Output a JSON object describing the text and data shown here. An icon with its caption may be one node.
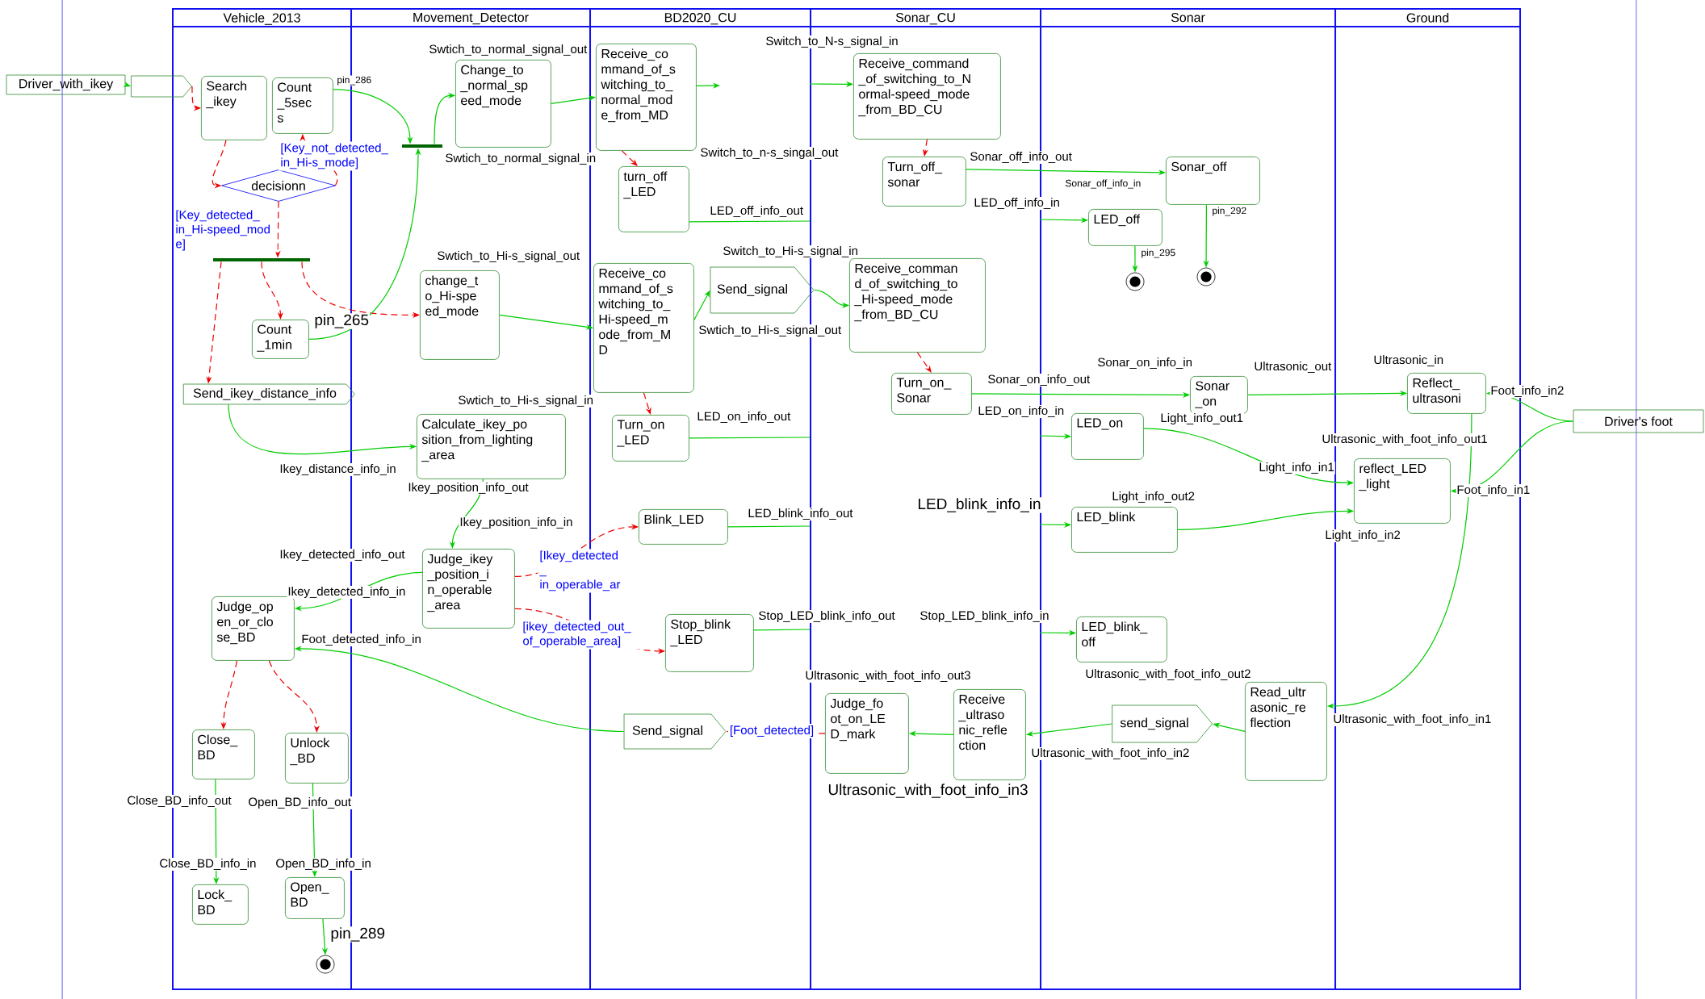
{
  "diagram": {
    "nodes": [
      {
        "text": [
          "Vehicle_2013"
        ]
      },
      {
        "text": [
          "Movement_Detector"
        ]
      },
      {
        "text": [
          "BD2020_CU"
        ]
      },
      {
        "text": [
          "Sonar_CU"
        ]
      },
      {
        "text": [
          "Sonar"
        ]
      },
      {
        "text": [
          "Ground"
        ]
      },
      {
        "text": [
          "Driver_with_ikey"
        ]
      },
      {
        "text": [],
        "shape": "pentagon"
      },
      {
        "text": [
          "Search _ikey"
        ],
        "in": 0
      },
      {
        "text": [
          "Count _5sec s"
        ],
        "in": 0
      },
      {
        "text": [
          "decisionn"
        ],
        "in": 0
      },
      {
        "text": [],
        "shape": "bar",
        "in": 0
      },
      {
        "text": [
          "Count _1min"
        ],
        "in": 0
      },
      {
        "text": [
          "Send_ikey_distance_info"
        ],
        "in": 0
      },
      {
        "text": [
          "Judge_op en_or_clo se_BD"
        ],
        "in": 0
      },
      {
        "text": [
          "Close_ BD"
        ],
        "in": 0
      },
      {
        "text": [
          "Unlock _BD"
        ],
        "in": 0
      },
      {
        "text": [
          "Lock_ BD"
        ],
        "in": 0
      },
      {
        "text": [
          "Open_ BD"
        ],
        "in": 0
      },
      {
        "text": [],
        "shape": "circle",
        "in": 0
      },
      {
        "text": [
          "Change_to _normal_sp eed_mode"
        ],
        "in": 1
      },
      {
        "text": [],
        "shape": "bar",
        "in": 1
      },
      {
        "text": [
          "change_t o_Hi-spe ed_mode"
        ],
        "in": 1
      },
      {
        "text": [
          "Calculate_ikey_po sition_from_lighting _area"
        ],
        "in": 1
      },
      {
        "text": [
          "Judge_ikey _position_i n_operable _area"
        ],
        "in": 1
      },
      {
        "text": [
          "Receive_co mmand_of_s witching_to_ normal_mod e_from_MD"
        ],
        "in": 2
      },
      {
        "text": [
          "turn_off _LED"
        ],
        "in": 2
      },
      {
        "text": [
          "Receive_co mmand_of_s witching_to_ Hi-speed_m ode_from_M D"
        ],
        "in": 2
      },
      {
        "text": [
          "Send_signal"
        ],
        "in": 2
      },
      {
        "text": [
          "Turn_on _LED"
        ],
        "in": 2
      },
      {
        "text": [
          "Blink_LED"
        ],
        "in": 2
      },
      {
        "text": [
          "Stop_blink _LED"
        ],
        "in": 2
      },
      {
        "text": [
          "Send_signal"
        ],
        "in": 2
      },
      {
        "text": [
          "Receive_command _of_switching_to_N ormal-speed_mode _from_BD_CU"
        ],
        "in": 3
      },
      {
        "text": [
          "Turn_off_ sonar"
        ],
        "in": 3
      },
      {
        "text": [
          "Receive_comman d_of_switching_to _Hi-speed_mode _from_BD_CU"
        ],
        "in": 3
      },
      {
        "text": [
          "Turn_on_ Sonar"
        ],
        "in": 3
      },
      {
        "text": [
          "Judge_fo ot_on_LE D_mark"
        ],
        "in": 3
      },
      {
        "text": [
          "Receive _ultraso nic_refle ction"
        ],
        "in": 3
      },
      {
        "text": [
          "Sonar_off"
        ],
        "in": 4
      },
      {
        "text": [
          "LED_off"
        ],
        "in": 4
      },
      {
        "text": [],
        "shape": "circle",
        "in": 4
      },
      {
        "text": [],
        "shape": "circle",
        "in": 4
      },
      {
        "text": [
          "Sonar _on"
        ],
        "in": 4
      },
      {
        "text": [
          "LED_on"
        ],
        "in": 4
      },
      {
        "text": [
          "LED_blink"
        ],
        "in": 4
      },
      {
        "text": [
          "LED_blink_ off"
        ],
        "in": 4
      },
      {
        "text": [
          "send_signal"
        ],
        "in": 4
      },
      {
        "text": [
          "Read_ultr asonic_re flection"
        ],
        "in": 4
      },
      {
        "text": [
          "Reflect_ ultrasoni"
        ],
        "in": 5
      },
      {
        "text": [
          "reflect_LED _light"
        ],
        "in": 5
      },
      {
        "text": [
          "Driver's foot"
        ]
      }
    ],
    "edges": [
      {
        "from": 6,
        "to": 7,
        "arrow": "to"
      },
      {
        "from": 7,
        "to": 8,
        "arrow": "to",
        "style": "dashed",
        "color": "#ee0000"
      },
      {
        "from": 8,
        "to": 10,
        "arrow": "to",
        "style": "dashed",
        "color": "#ee0000"
      },
      {
        "from": 10,
        "to": 9,
        "arrow": "to",
        "style": "dashed",
        "color": "#ee0000",
        "label": "[Key_not_detected_ in_Hi-s_mode]"
      },
      {
        "from": 10,
        "to": 11,
        "arrow": "to",
        "style": "dashed",
        "color": "#ee0000",
        "label": "[Key_detected_ in_Hi-speed_mod e]"
      },
      {
        "from": 11,
        "to": 12,
        "arrow": "to",
        "style": "dashed",
        "color": "#ee0000"
      },
      {
        "from": 11,
        "to": 13,
        "arrow": "to",
        "style": "dashed",
        "color": "#ee0000"
      },
      {
        "from": 11,
        "to": 22,
        "arrow": "to",
        "style": "dashed",
        "color": "#ee0000"
      },
      {
        "from": 9,
        "to": 21,
        "arrow": "to"
      },
      {
        "from": 12,
        "to": 21,
        "arrow": "to"
      },
      {
        "from": 21,
        "to": 20,
        "arrow": "to"
      },
      {
        "from": 20,
        "to": 25,
        "arrow": "to"
      },
      {
        "from": 25,
        "to": null,
        "arrow": "to"
      },
      {
        "from": 2,
        "to": 33,
        "arrow": "to"
      },
      {
        "from": 25,
        "to": 26,
        "arrow": "to",
        "style": "dashed",
        "color": "#ee0000"
      },
      {
        "from": 26,
        "to": 3,
        "arrow": "none"
      },
      {
        "from": 3,
        "to": 40,
        "arrow": "to"
      },
      {
        "from": 33,
        "to": 34,
        "arrow": "to",
        "style": "dashed",
        "color": "#ee0000"
      },
      {
        "from": 34,
        "to": 39,
        "arrow": "to"
      },
      {
        "from": 22,
        "to": 27,
        "arrow": "to"
      },
      {
        "from": 27,
        "to": 28,
        "arrow": "to"
      },
      {
        "from": 28,
        "to": 35,
        "arrow": "to"
      },
      {
        "from": 27,
        "to": 29,
        "arrow": "to",
        "style": "dashed",
        "color": "#ee0000"
      },
      {
        "from": 29,
        "to": 3,
        "arrow": "none"
      },
      {
        "from": 3,
        "to": 44,
        "arrow": "to"
      },
      {
        "from": 35,
        "to": 36,
        "arrow": "to",
        "style": "dashed",
        "color": "#ee0000"
      },
      {
        "from": 36,
        "to": 43,
        "arrow": "to"
      },
      {
        "from": 43,
        "to": 49,
        "arrow": "to"
      },
      {
        "from": 44,
        "to": 50,
        "arrow": "to"
      },
      {
        "from": 45,
        "to": 50,
        "arrow": "to"
      },
      {
        "from": 51,
        "to": 49,
        "arrow": "to"
      },
      {
        "from": 51,
        "to": 50,
        "arrow": "to"
      },
      {
        "from": 49,
        "to": 48,
        "arrow": "to"
      },
      {
        "from": 48,
        "to": 47,
        "arrow": "to"
      },
      {
        "from": 47,
        "to": 38,
        "arrow": "to"
      },
      {
        "from": 38,
        "to": 37,
        "arrow": "to"
      },
      {
        "from": 37,
        "to": 32,
        "arrow": "to",
        "style": "dashed",
        "color": "#ee0000",
        "label": "[Foot_detected]"
      },
      {
        "from": 32,
        "to": 14,
        "arrow": "to"
      },
      {
        "from": 13,
        "to": 23,
        "arrow": "to"
      },
      {
        "from": 23,
        "to": 24,
        "arrow": "to"
      },
      {
        "from": 24,
        "to": 14,
        "arrow": "to"
      },
      {
        "from": 24,
        "to": 30,
        "arrow": "to",
        "style": "dashed",
        "color": "#ee0000",
        "label": "[Ikey_detected _ in_operable_ar"
      },
      {
        "from": 24,
        "to": 31,
        "arrow": "to",
        "style": "dashed",
        "color": "#ee0000",
        "label": "[ikey_detected_out_ of_operable_area]"
      },
      {
        "from": 30,
        "to": 3,
        "arrow": "none"
      },
      {
        "from": 3,
        "to": 45,
        "arrow": "to"
      },
      {
        "from": 31,
        "to": 3,
        "arrow": "none"
      },
      {
        "from": 3,
        "to": 46,
        "arrow": "to"
      },
      {
        "from": 14,
        "to": 15,
        "arrow": "to",
        "style": "dashed",
        "color": "#ee0000"
      },
      {
        "from": 14,
        "to": 16,
        "arrow": "to",
        "style": "dashed",
        "color": "#ee0000"
      },
      {
        "from": 15,
        "to": 17,
        "arrow": "to"
      },
      {
        "from": 16,
        "to": 18,
        "arrow": "to"
      },
      {
        "from": 18,
        "to": 19,
        "arrow": "to"
      },
      {
        "from": 40,
        "to": 41,
        "arrow": "to"
      },
      {
        "from": 39,
        "to": 42,
        "arrow": "to"
      }
    ],
    "labels": [
      "Switch_to_N-s_signal_in",
      "Swtich_to_normal_signal_out",
      "pin_286",
      "Switch_to_n-s_singal_out",
      "Swtich_to_normal_signal_in",
      "Sonar_off_info_out",
      "Sonar_off_info_in",
      "LED_off_info_out",
      "LED_off_info_in",
      "pin_292",
      "Swtich_to_Hi-s_signal_out",
      "Switch_to_Hi-s_signal_in",
      "pin_295",
      "pin_265",
      "Swtich_to_Hi-s_signal_out",
      "Sonar_on_info_in",
      "Ultrasonic_out",
      "Ultrasonic_in",
      "Sonar_on_info_out",
      "Foot_info_in2",
      "Swtich_to_Hi-s_signal_in",
      "LED_on_info_in",
      "LED_on_info_out",
      "Light_info_out1",
      "Ultrasonic_with_foot_info_out1",
      "Ikey_distance_info_in",
      "Light_info_in1",
      "Ikey_position_info_out",
      "Foot_info_in1",
      "Light_info_out2",
      "LED_blink_info_in",
      "LED_blink_info_out",
      "Ikey_position_info_in",
      "Light_info_in2",
      "Ikey_detected_info_out",
      "Ikey_detected_info_in",
      "Stop_LED_blink_info_out",
      "Stop_LED_blink_info_in",
      "Foot_detected_info_in",
      "Ultrasonic_with_foot_info_out3",
      "Ultrasonic_with_foot_info_out2",
      "Ultrasonic_with_foot_info_in1",
      "Ultrasonic_with_foot_info_in2",
      "Ultrasonic_with_foot_info_in3",
      "Close_BD_info_out",
      "Open_BD_info_out",
      "Close_BD_info_in",
      "Open_BD_info_in",
      "pin_289"
    ]
  }
}
